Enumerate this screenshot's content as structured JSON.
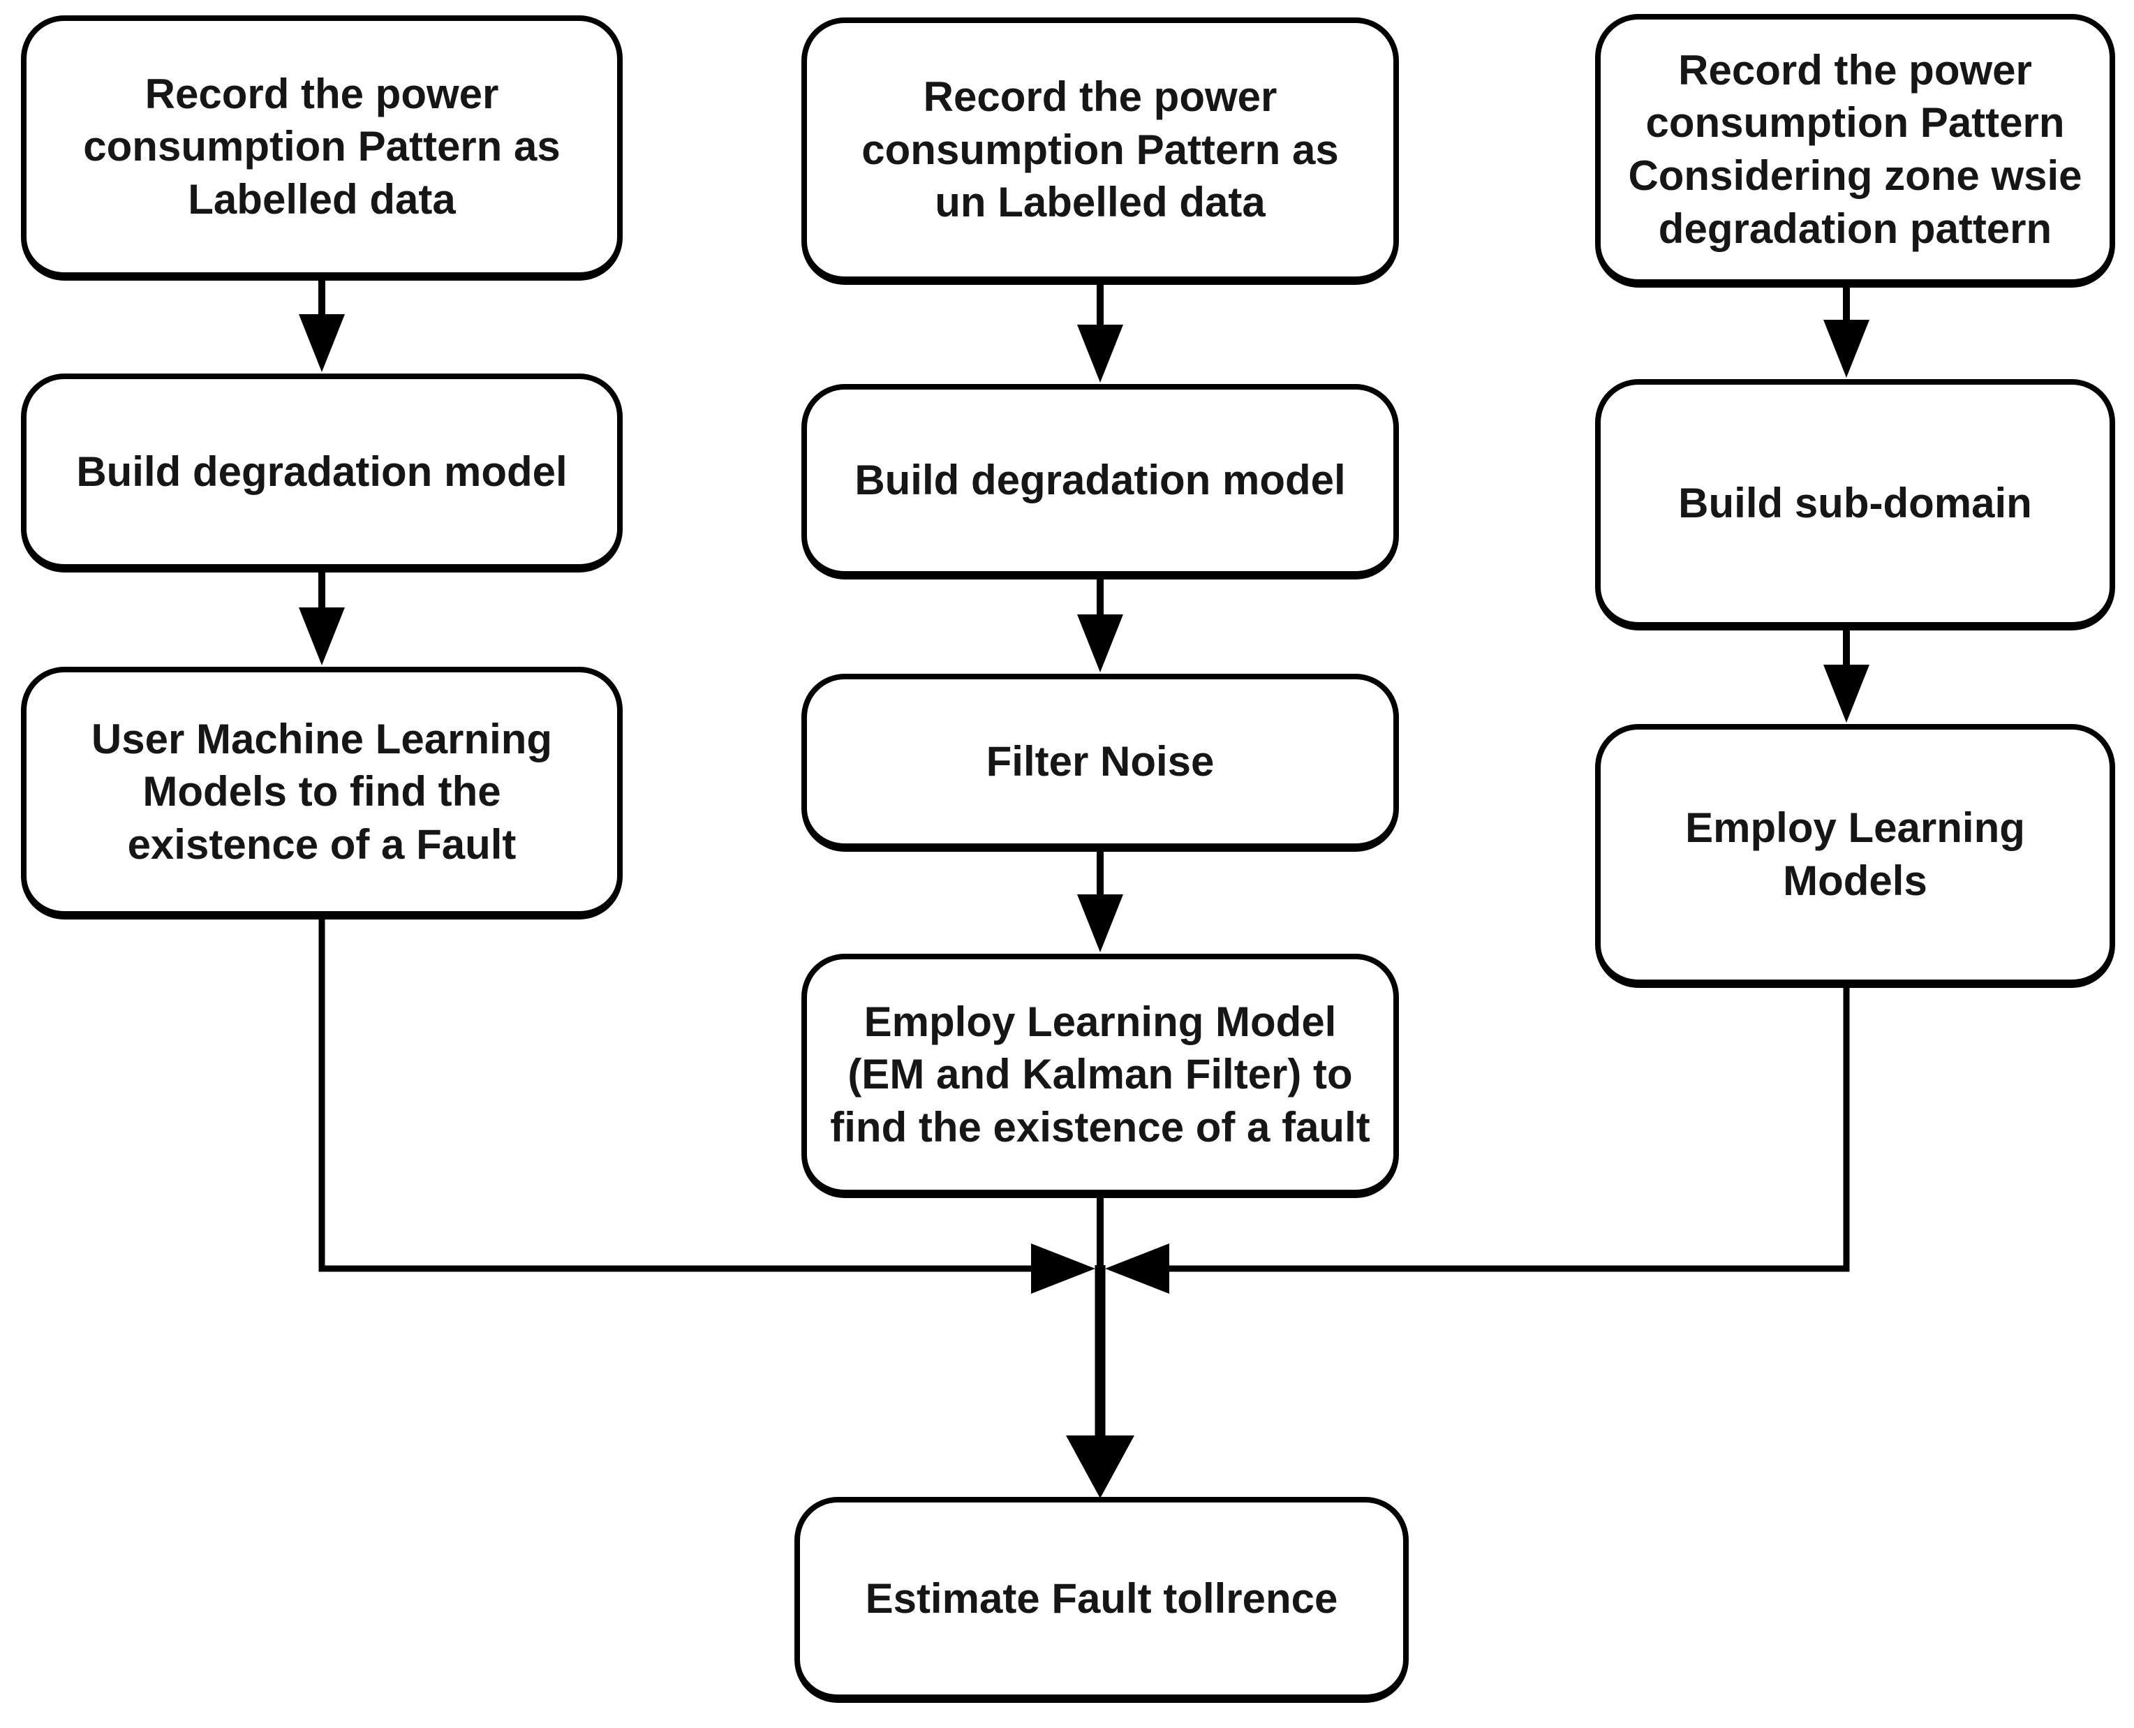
{
  "diagram": {
    "type": "flowchart",
    "colors": {
      "background": "#ffffff",
      "node_fill": "#ffffff",
      "node_border": "#000000",
      "text": "#161616",
      "arrow": "#000000"
    },
    "nodes": {
      "left_1": {
        "label": "Record the power consumption Pattern as Labelled data"
      },
      "left_2": {
        "label": "Build degradation model"
      },
      "left_3": {
        "label": "User Machine Learning Models to find the existence of a Fault"
      },
      "middle_1": {
        "label": "Record the power consumption Pattern as un Labelled data"
      },
      "middle_2": {
        "label": "Build degradation model"
      },
      "middle_3": {
        "label": "Filter Noise"
      },
      "middle_4": {
        "label": "Employ Learning Model (EM and Kalman Filter) to find the existence of a fault"
      },
      "right_1": {
        "label": "Record the power consumption Pattern Considering zone wsie degradation pattern"
      },
      "right_2": {
        "label": "Build sub-domain"
      },
      "right_3": {
        "label": "Employ Learning Models"
      },
      "final": {
        "label": "Estimate Fault tollrence"
      }
    },
    "edges": [
      {
        "from": "left_1",
        "to": "left_2"
      },
      {
        "from": "left_2",
        "to": "left_3"
      },
      {
        "from": "middle_1",
        "to": "middle_2"
      },
      {
        "from": "middle_2",
        "to": "middle_3"
      },
      {
        "from": "middle_3",
        "to": "middle_4"
      },
      {
        "from": "right_1",
        "to": "right_2"
      },
      {
        "from": "right_2",
        "to": "right_3"
      },
      {
        "from": "left_3",
        "to": "final"
      },
      {
        "from": "middle_4",
        "to": "final"
      },
      {
        "from": "right_3",
        "to": "final"
      }
    ]
  }
}
